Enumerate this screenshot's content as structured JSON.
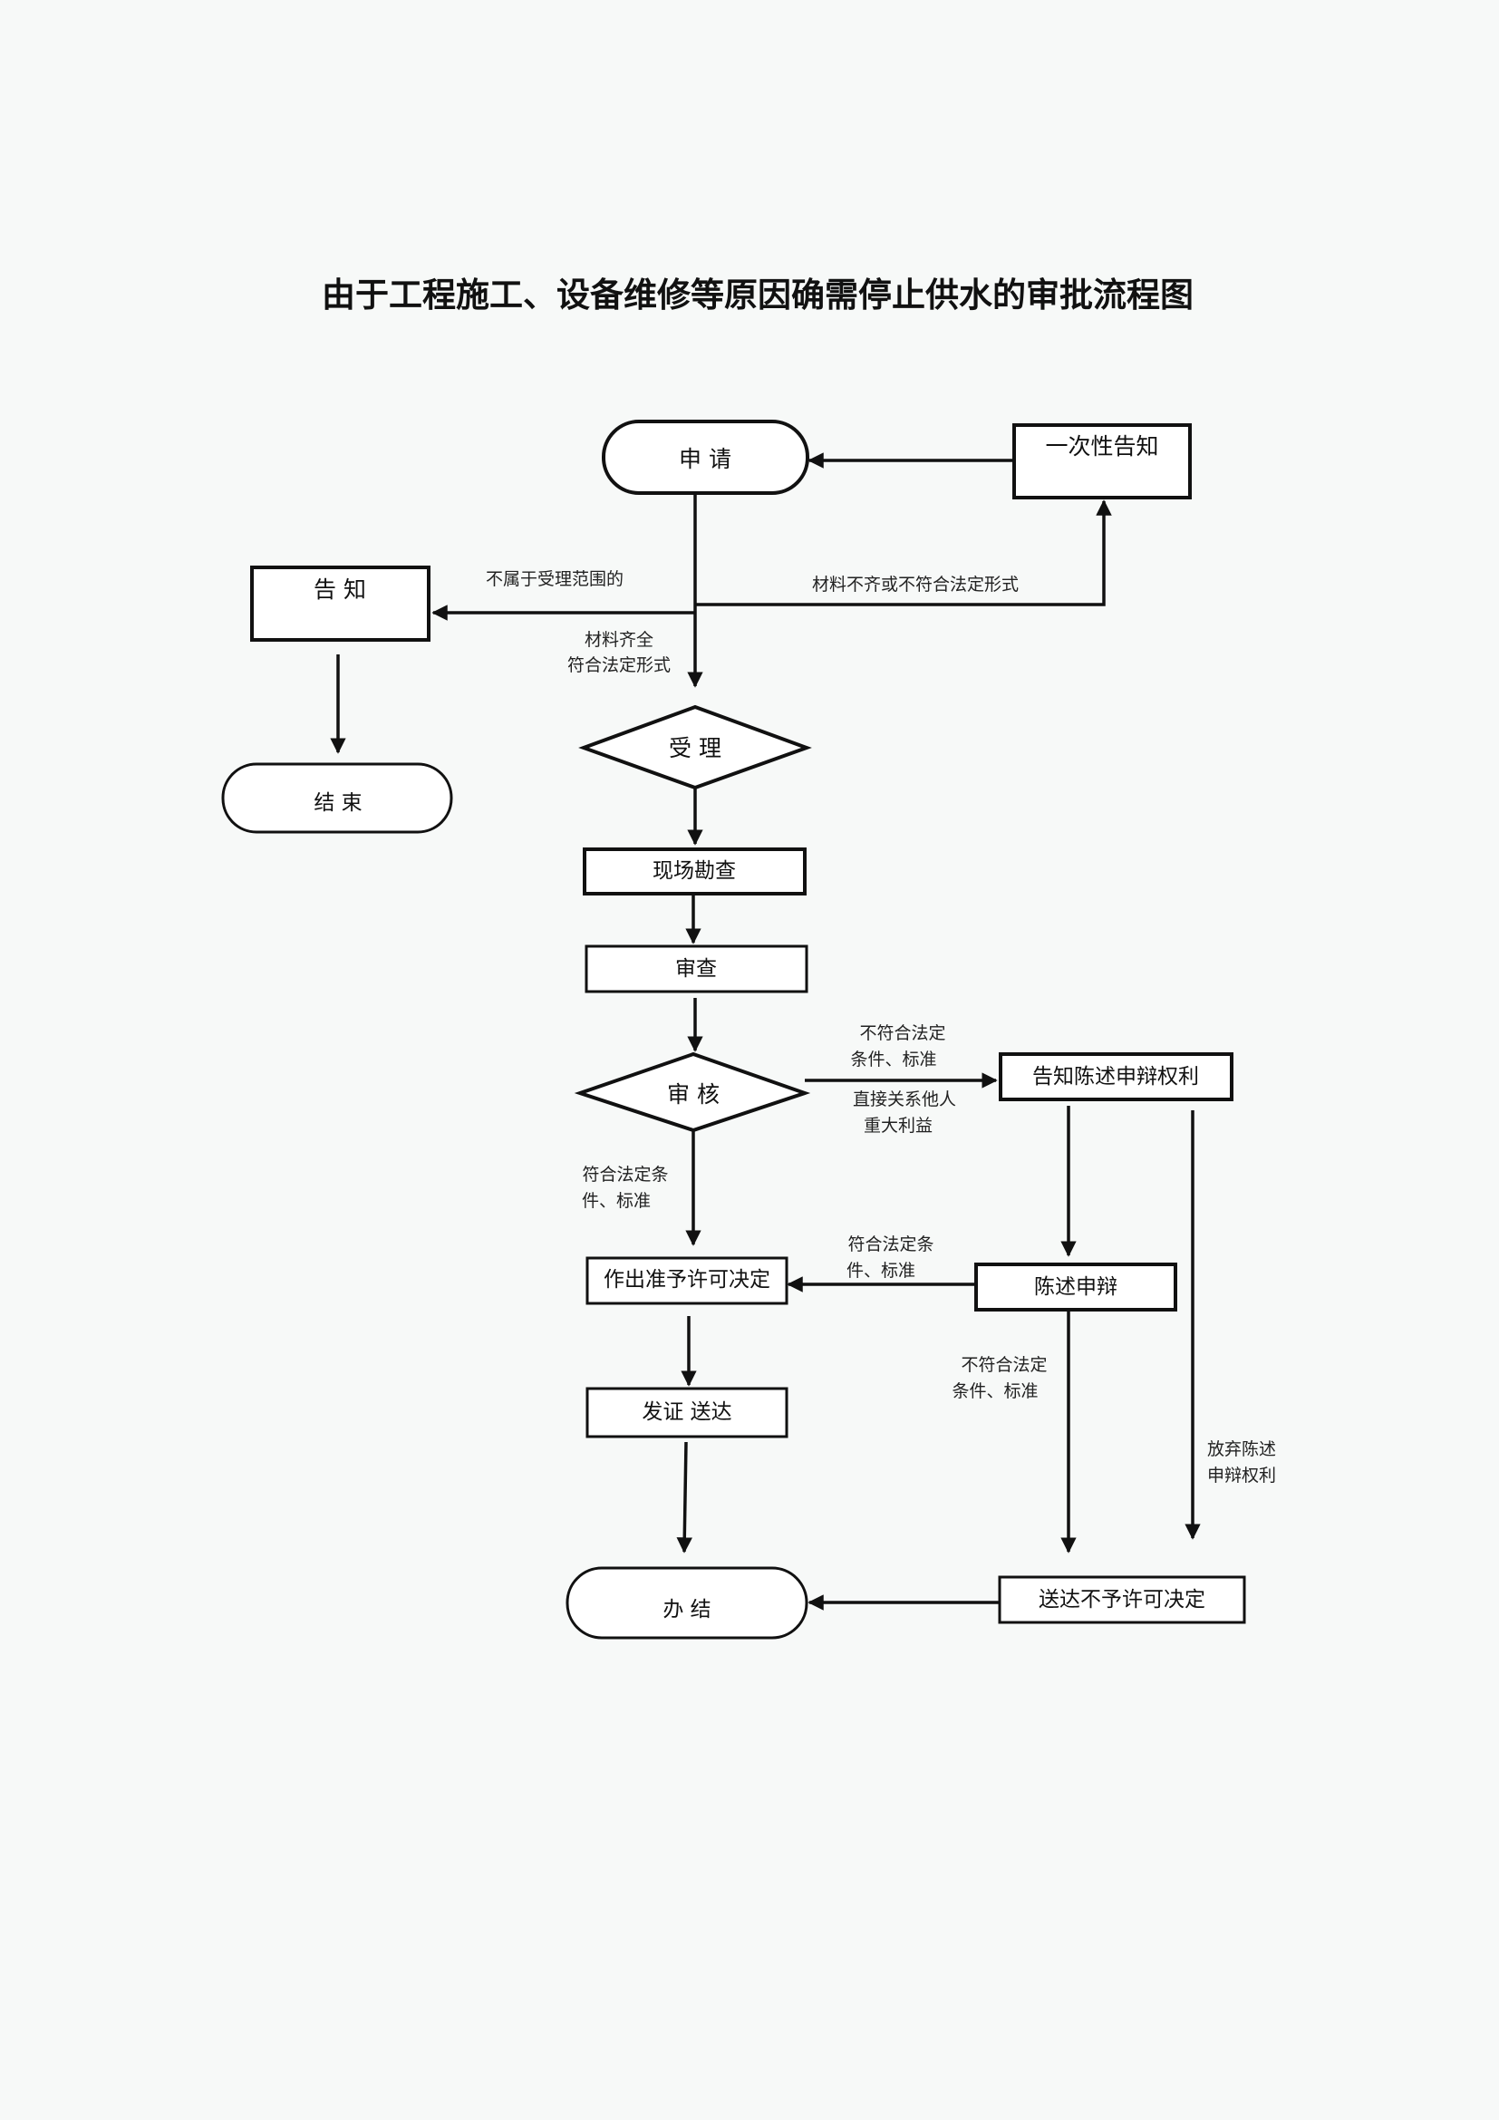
{
  "title": "由于工程施工、设备维修等原因确需停止供水的审批流程图",
  "nodes": {
    "apply": "申 请",
    "one_time_notice": "一次性告知",
    "notify": "告 知",
    "end": "结 束",
    "accept": "受 理",
    "site_survey": "现场勘查",
    "review": "审查",
    "audit": "审 核",
    "notify_rights": "告知陈述申辩权利",
    "grant_decision": "作出准予许可决定",
    "statement": "陈述申辩",
    "issue_deliver": "发证 送达",
    "finish": "办 结",
    "deny_decision": "送达不予许可决定"
  },
  "edges": {
    "not_in_scope": "不属于受理范围的",
    "materials_incomplete": "材料不齐或不符合法定形式",
    "materials_complete_1": "材料齐全",
    "materials_complete_2": "符合法定形式",
    "audit_fail_1": "不符合法定",
    "audit_fail_2": "条件、标准",
    "third_party_1": "直接关系他人",
    "third_party_2": "重大利益",
    "audit_pass_1": "符合法定条",
    "audit_pass_2": "件、标准",
    "statement_pass_1": "符合法定条",
    "statement_pass_2": "件、标准",
    "statement_fail_1": "不符合法定",
    "statement_fail_2": "条件、标准",
    "waive_1": "放弃陈述",
    "waive_2": "申辩权利"
  }
}
